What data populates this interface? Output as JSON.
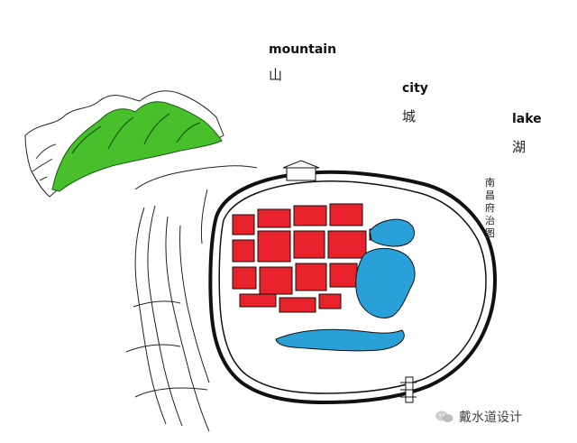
{
  "labels": {
    "mountain": {
      "en": "mountain",
      "zh": "山"
    },
    "city": {
      "en": "city",
      "zh": "城"
    },
    "lake": {
      "en": "lake",
      "zh": "湖"
    }
  },
  "map_title": "南昌府治图",
  "watermark": "戴水道设计",
  "legend_colors": {
    "mountain": "#47c02c",
    "city": "#e8222a",
    "lake": "#2aa0d8"
  }
}
